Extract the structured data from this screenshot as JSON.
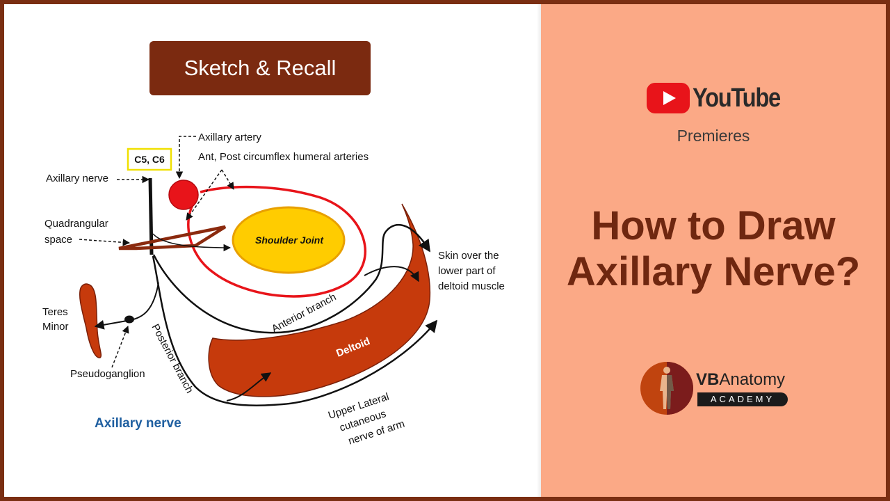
{
  "title": "Sketch & Recall",
  "diagram_title": "Axillary nerve",
  "labels": {
    "roots": "C5, C6",
    "axillary_artery": "Axillary artery",
    "circumflex_arteries": "Ant, Post circumflex humeral arteries",
    "axillary_nerve_pointer": "Axillary nerve",
    "quadrangular_line1": "Quadrangular",
    "quadrangular_line2": "space",
    "shoulder_joint": "Shoulder Joint",
    "teres_line1": "Teres",
    "teres_line2": "Minor",
    "pseudoganglion": "Pseudoganglion",
    "anterior_branch": "Anterior branch",
    "posterior_branch": "Posterior branch",
    "deltoid": "Deltoid",
    "skin_line1": "Skin over the",
    "skin_line2": "lower part of",
    "skin_line3": "deltoid muscle",
    "cutaneous_line1": "Upper Lateral",
    "cutaneous_line2": "cutaneous",
    "cutaneous_line3": "nerve of arm"
  },
  "right_panel": {
    "platform": "YouTube",
    "premieres": "Premieres",
    "headline_line1": "How to Draw",
    "headline_line2": "Axillary Nerve?",
    "logo_name_bold": "VB",
    "logo_name_rest": "Anatomy",
    "logo_sub": "ACADEMY"
  },
  "colors": {
    "brown": "#7b2a10",
    "artery_red": "#e8141a",
    "joint_yellow": "#ffcc00",
    "muscle": "#c63a0c",
    "peach": "#fba986",
    "blue_title": "#1f5fa0"
  }
}
